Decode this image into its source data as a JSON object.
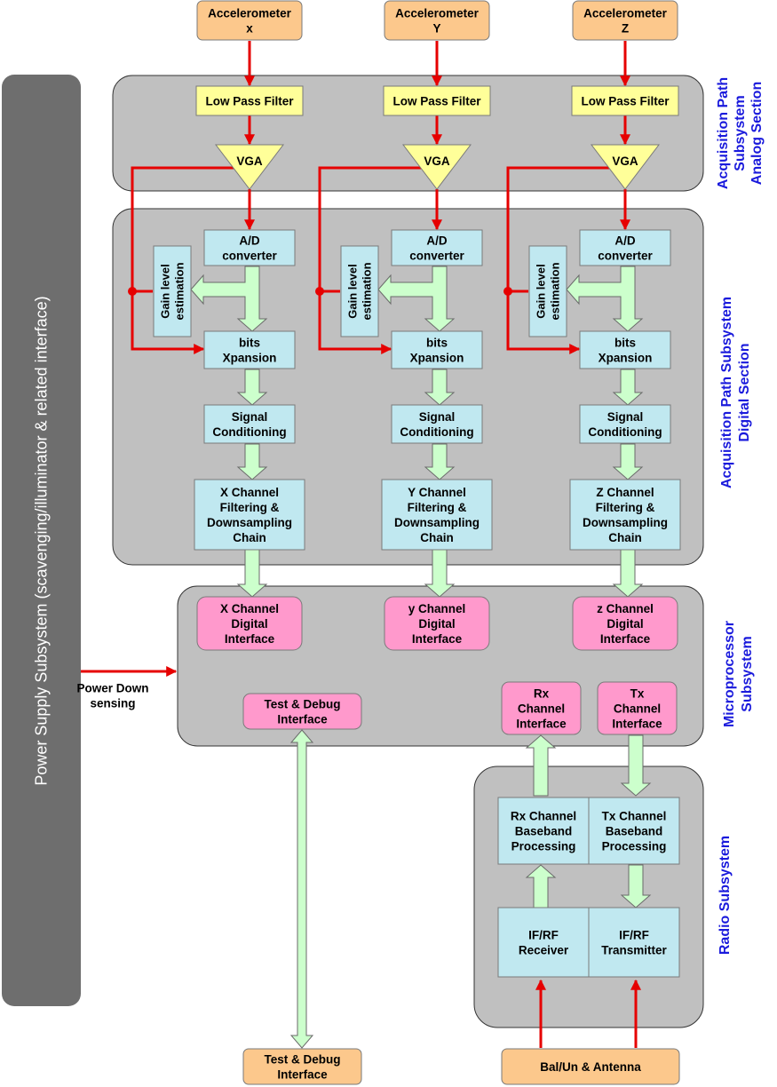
{
  "inputs": {
    "acc_x": [
      "Accelerometer",
      "x"
    ],
    "acc_y": [
      "Accelerometer",
      "Y"
    ],
    "acc_z": [
      "Accelerometer",
      "Z"
    ]
  },
  "channels": {
    "x": {
      "lpf": "Low Pass Filter",
      "vga": "VGA",
      "adc": [
        "A/D",
        "converter"
      ],
      "gain": [
        "Gain level",
        "estimation"
      ],
      "bits": [
        "bits",
        "Xpansion"
      ],
      "signal": [
        "Signal",
        "Conditioning"
      ],
      "chain": [
        "X Channel",
        "Filtering &",
        "Downsampling",
        "Chain"
      ],
      "digital": [
        "X Channel",
        "Digital",
        "Interface"
      ]
    },
    "y": {
      "lpf": "Low Pass Filter",
      "vga": "VGA",
      "adc": [
        "A/D",
        "converter"
      ],
      "gain": [
        "Gain level",
        "estimation"
      ],
      "bits": [
        "bits",
        "Xpansion"
      ],
      "signal": [
        "Signal",
        "Conditioning"
      ],
      "chain": [
        "Y Channel",
        "Filtering &",
        "Downsampling",
        "Chain"
      ],
      "digital": [
        "y Channel",
        "Digital",
        "Interface"
      ]
    },
    "z": {
      "lpf": "Low Pass Filter",
      "vga": "VGA",
      "adc": [
        "A/D",
        "converter"
      ],
      "gain": [
        "Gain level",
        "estimation"
      ],
      "bits": [
        "bits",
        "Xpansion"
      ],
      "signal": [
        "Signal",
        "Conditioning"
      ],
      "chain": [
        "Z Channel",
        "Filtering &",
        "Downsampling",
        "Chain"
      ],
      "digital": [
        "z Channel",
        "Digital",
        "Interface"
      ]
    }
  },
  "micro": {
    "test_debug": [
      "Test & Debug",
      "Interface"
    ],
    "rx_if": [
      "Rx",
      "Channel",
      "Interface"
    ],
    "tx_if": [
      "Tx",
      "Channel",
      "Interface"
    ]
  },
  "radio": {
    "rx_bb": [
      "Rx Channel",
      "Baseband",
      "Processing"
    ],
    "tx_bb": [
      "Tx Channel",
      "Baseband",
      "Processing"
    ],
    "rx_rf": [
      "IF/RF",
      "Receiver"
    ],
    "tx_rf": [
      "IF/RF",
      "Transmitter"
    ]
  },
  "bottom": {
    "test_debug": [
      "Test & Debug",
      "Interface"
    ],
    "antenna": "Bal/Un & Antenna"
  },
  "power": {
    "label": "Power Supply Subsystem (scavenging/illuminator & related interface)",
    "sensing": [
      "Power Down",
      "sensing"
    ]
  },
  "side_labels": {
    "analog": [
      "Acquisition Path",
      "Subsystem",
      "Analog Section"
    ],
    "digital": [
      "Acquisition Path Subsystem",
      "Digital Section"
    ],
    "micro": [
      "Microprocessor",
      "Subsystem"
    ],
    "radio": "Radio Subsystem"
  },
  "colors": {
    "input_box": "#fcc88c",
    "filter_box": "#ffff99",
    "proc_box": "#c0e8f0",
    "iface_box": "#ff99cc",
    "panel": "#c0c0c0",
    "power_bar": "#6e6e6e",
    "red_arrow": "#e60000",
    "green_arrow": "#ccffcc",
    "side_text": "#1a1adc"
  }
}
